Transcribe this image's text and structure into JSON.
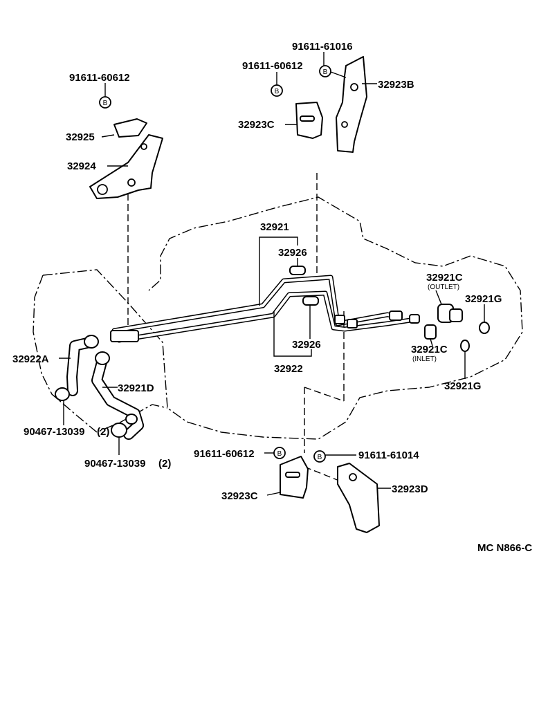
{
  "diagram": {
    "bolt_symbol": "B",
    "footer_code": "MC N866-C",
    "labels": {
      "bolt_top_left": "91611-60612",
      "bolt_top_mid": "91611-60612",
      "bolt_top_right": "91611-61016",
      "bracket_32923B": "32923B",
      "bracket_32923C_top": "32923C",
      "clamp_32925": "32925",
      "bracket_32924": "32924",
      "pipe_32921": "32921",
      "grommet_32926_top": "32926",
      "union_32921C_outlet": "32921C",
      "outlet_note": "(OUTLET)",
      "gasket_32921G_top": "32921G",
      "hose_32922A": "32922A",
      "hose_32921D": "32921D",
      "union_32921C_inlet": "32921C",
      "inlet_note": "(INLET)",
      "grommet_32926_bottom": "32926",
      "pipe_32922": "32922",
      "gasket_32921G_bottom": "32921G",
      "clip_left_1": "90467-13039",
      "clip_left_1_qty": "(2)",
      "clip_left_2": "90467-13039",
      "clip_left_2_qty": "(2)",
      "bolt_bottom_left": "91611-60612",
      "bolt_bottom_right": "91611-61014",
      "bracket_32923C_bottom": "32923C",
      "bracket_32923D": "32923D"
    }
  }
}
